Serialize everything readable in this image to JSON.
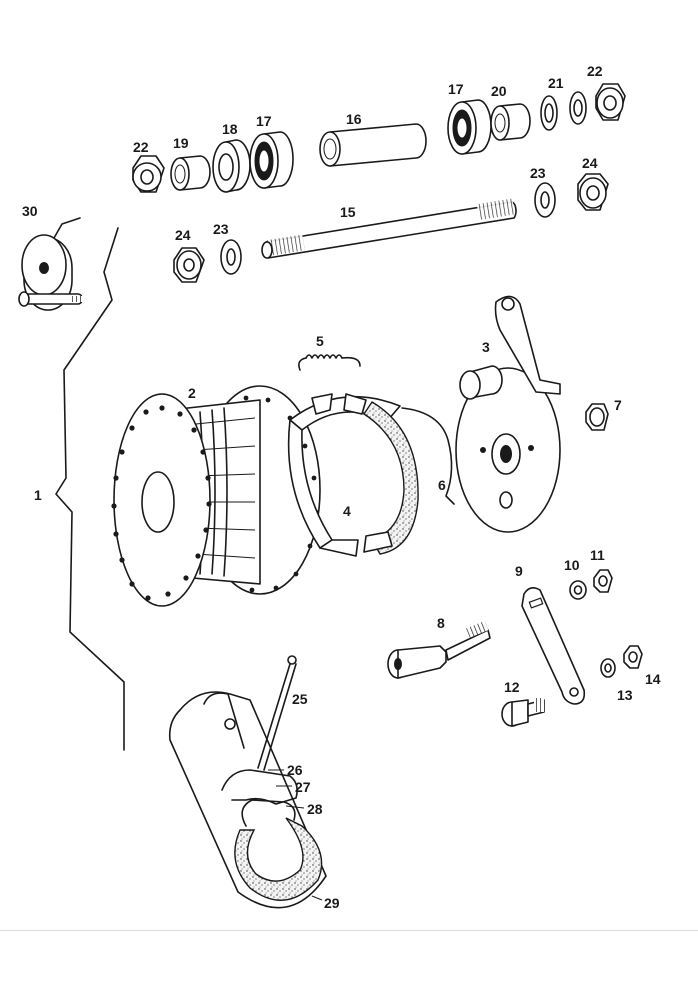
{
  "diagram": {
    "labels": {
      "p1": "1",
      "p2": "2",
      "p3": "3",
      "p4": "4",
      "p5": "5",
      "p6": "6",
      "p7": "7",
      "p8": "8",
      "p9": "9",
      "p10": "10",
      "p11": "11",
      "p12": "12",
      "p13": "13",
      "p14": "14",
      "p15": "15",
      "p16": "16",
      "p17a": "17",
      "p17b": "17",
      "p18": "18",
      "p19": "19",
      "p20": "20",
      "p21": "21",
      "p22a": "22",
      "p22b": "22",
      "p23a": "23",
      "p23b": "23",
      "p24a": "24",
      "p24b": "24",
      "p25": "25",
      "p26": "26",
      "p27": "27",
      "p28": "28",
      "p29": "29",
      "p30": "30"
    }
  }
}
